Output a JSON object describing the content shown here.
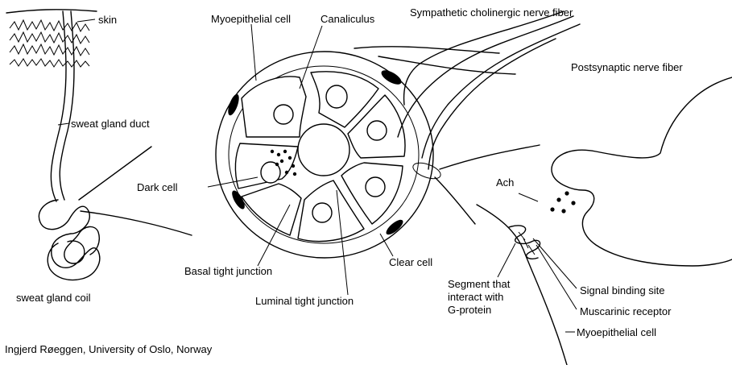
{
  "labels": {
    "skin": "skin",
    "sweat_gland_duct": "sweat gland duct",
    "sweat_gland_coil": "sweat gland coil",
    "myoepithelial_cell_top": "Myoepithelial cell",
    "canaliculus": "Canaliculus",
    "sympathetic_fiber": "Sympathetic cholinergic nerve fiber",
    "postsynaptic_fiber": "Postsynaptic nerve fiber",
    "dark_cell": "Dark cell",
    "basal_tight_junction": "Basal tight junction",
    "luminal_tight_junction": "Luminal tight junction",
    "clear_cell": "Clear cell",
    "ach": "Ach",
    "segment_line1": "Segment that",
    "segment_line2": "interact with",
    "segment_line3": "G-protein",
    "signal_binding_site": "Signal binding site",
    "muscarinic_receptor": "Muscarinic receptor",
    "myoepithelial_cell_bottom": "Myoepithelial cell"
  },
  "credit": "Ingjerd Røeggen, University of Oslo, Norway"
}
